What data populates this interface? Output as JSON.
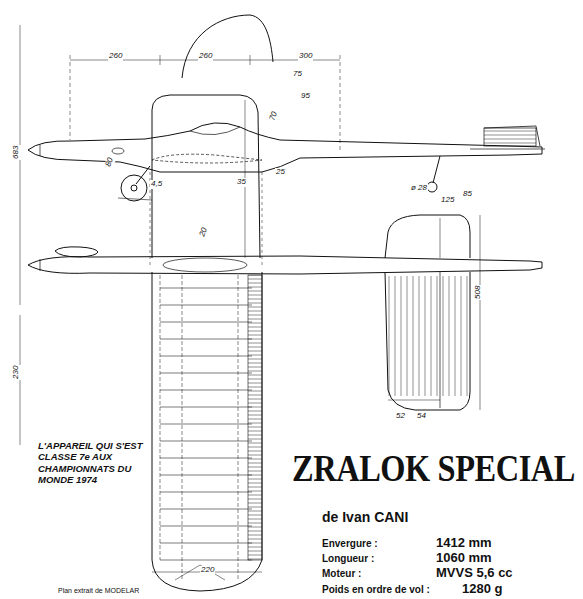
{
  "diagram": {
    "title": "ZRALOK SPECIAL",
    "labels": [
      "L'APPAREIL QUI S'EST CLASSE 7e AUX CHAMPIONNATS DU MONDE 1974",
      "de Ivan CANI",
      "Envergure :",
      "1412 mm",
      "Longueur :",
      "1060 mm",
      "Moteur :",
      "MVVS 5,6 cc",
      "Poids en ordre de vol :",
      "1280 g",
      "Plan extrait de MODELAR",
      "260",
      "260",
      "300",
      "75",
      "95",
      "80",
      "4,5",
      "35",
      "25",
      "70",
      "ø 28",
      "125",
      "85",
      "683",
      "20",
      "230",
      "220",
      "52",
      "54",
      "508"
    ]
  }
}
